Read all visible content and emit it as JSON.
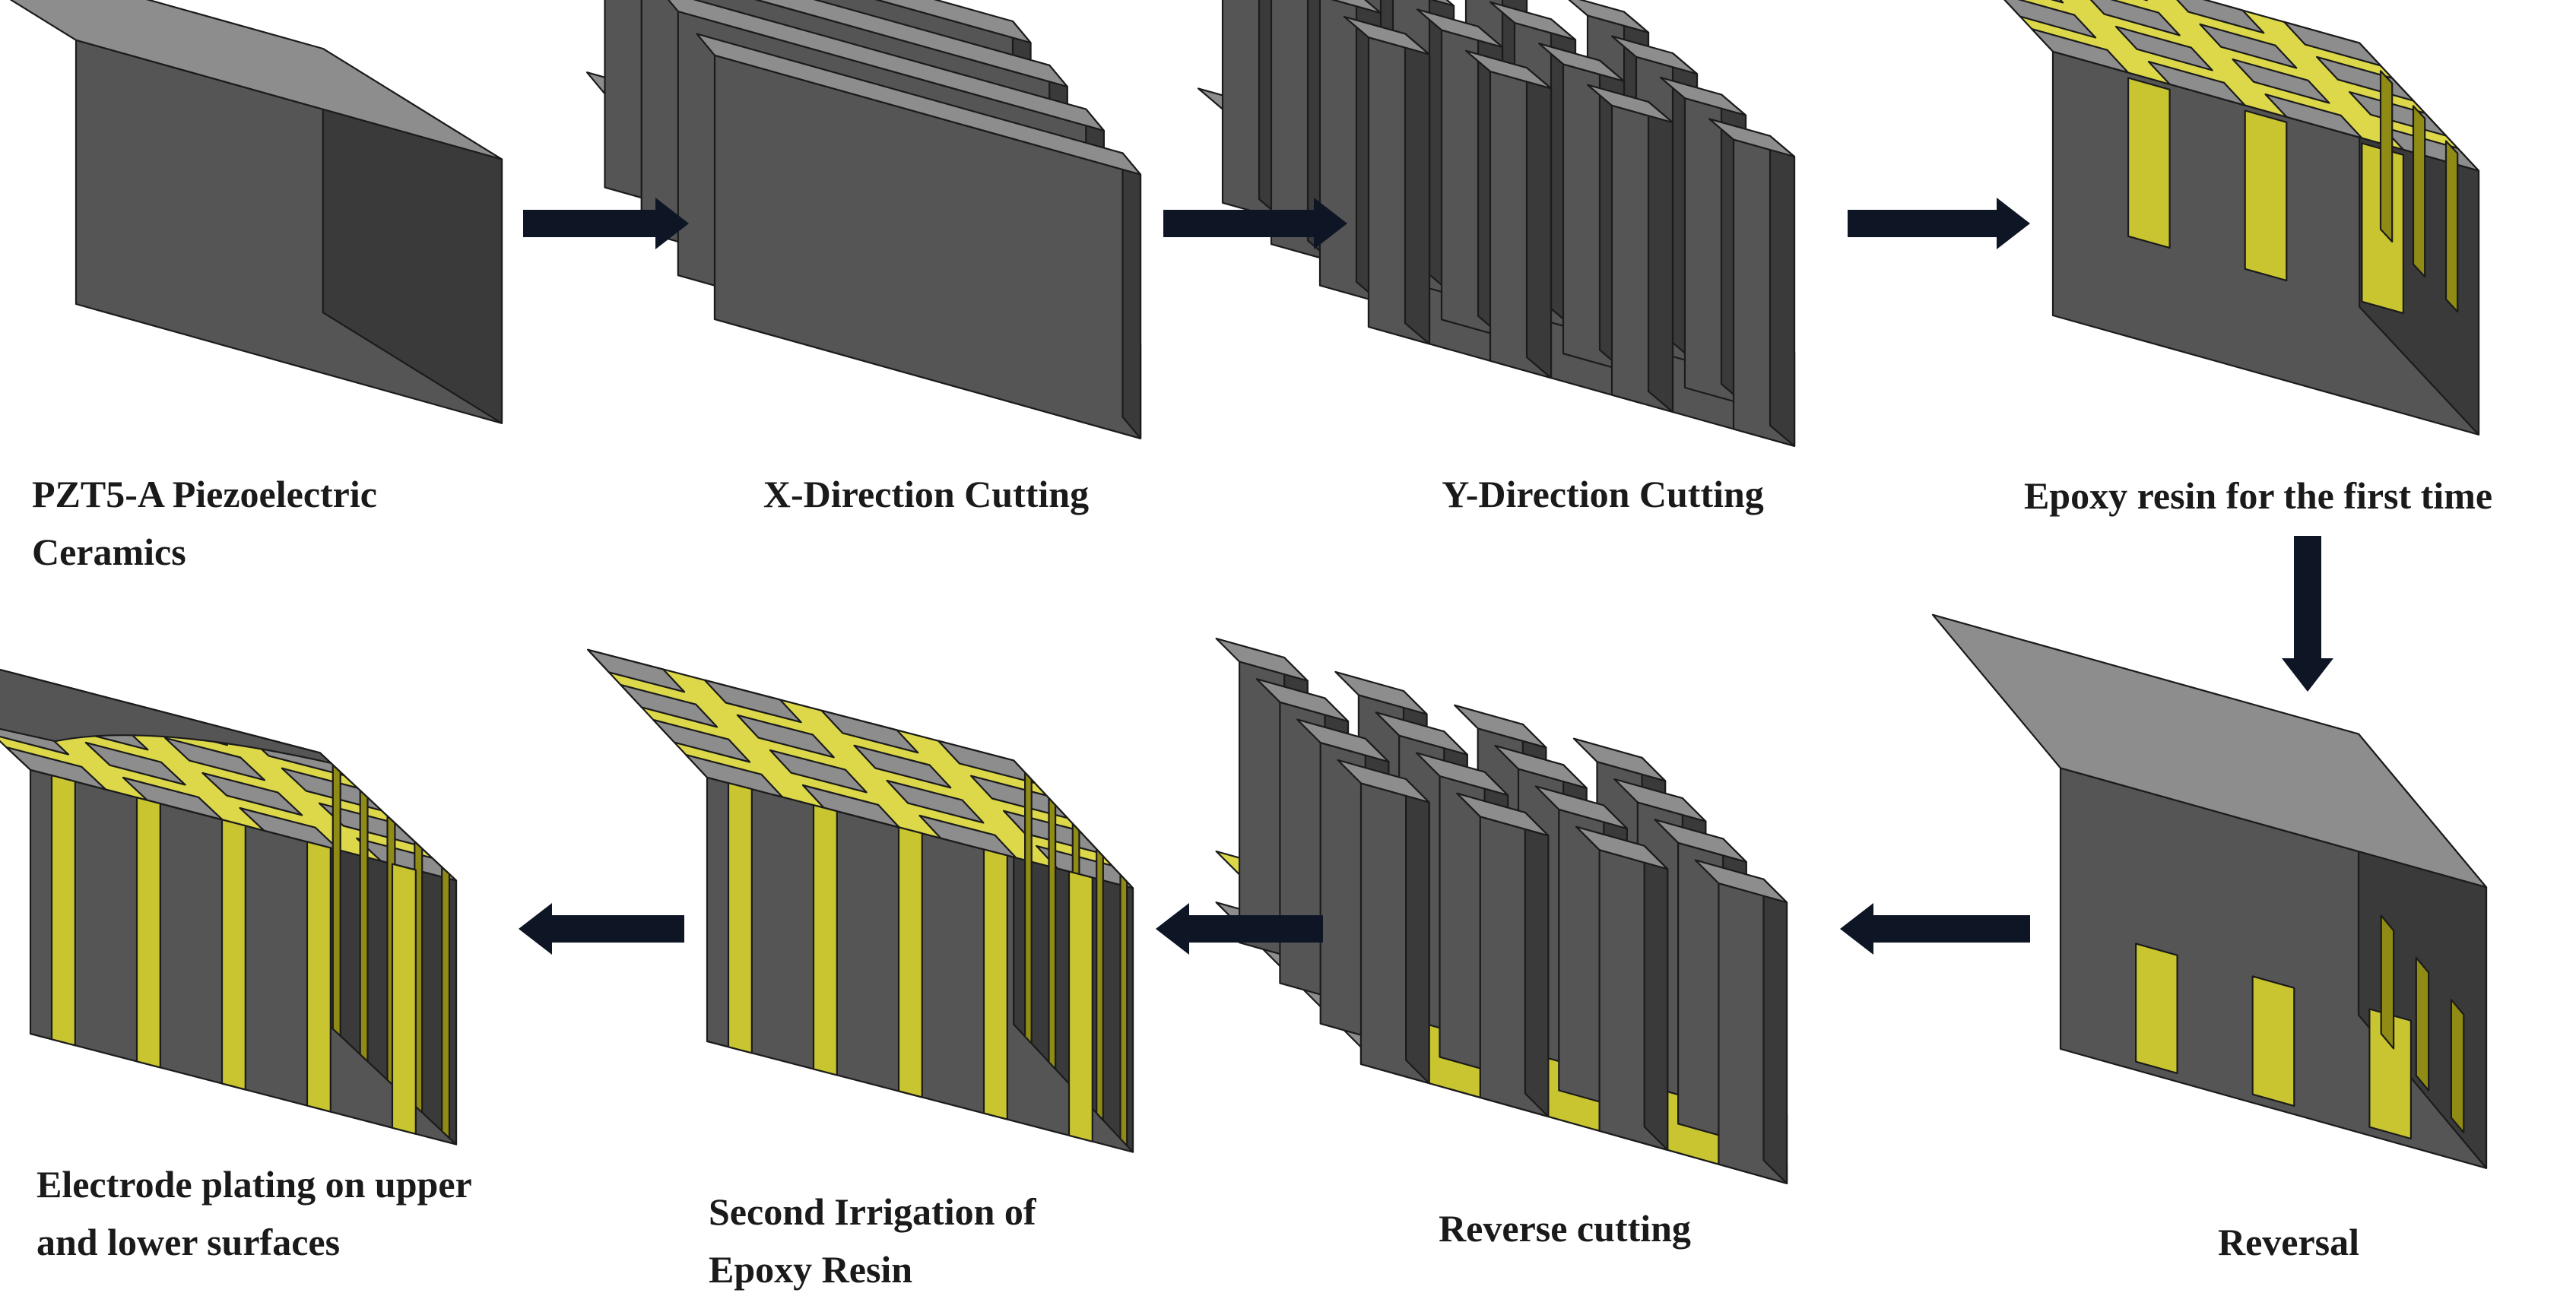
{
  "colors": {
    "ceramic_front": "#555555",
    "ceramic_side": "#3a3a3a",
    "ceramic_top": "#8d8d8d",
    "epoxy": "#c9c530",
    "epoxy_light": "#dcd84a",
    "epoxy_dark": "#8f8b14",
    "arrow": "#0e1626",
    "outline": "#1b1b1b"
  },
  "steps": [
    {
      "id": "pzt5",
      "lines": [
        "PZT5-A Piezoelectric",
        "Ceramics"
      ]
    },
    {
      "id": "x-cut",
      "lines": [
        "X-Direction Cutting"
      ]
    },
    {
      "id": "y-cut",
      "lines": [
        "Y-Direction Cutting"
      ]
    },
    {
      "id": "epoxy-1",
      "lines": [
        "Epoxy resin for the first time"
      ]
    },
    {
      "id": "reversal",
      "lines": [
        "Reversal"
      ]
    },
    {
      "id": "reverse-cut",
      "lines": [
        "Reverse cutting"
      ]
    },
    {
      "id": "epoxy-2",
      "lines": [
        "Second Irrigation of",
        "Epoxy Resin"
      ]
    },
    {
      "id": "electrode",
      "lines": [
        "Electrode plating on upper",
        "and lower surfaces"
      ]
    }
  ]
}
